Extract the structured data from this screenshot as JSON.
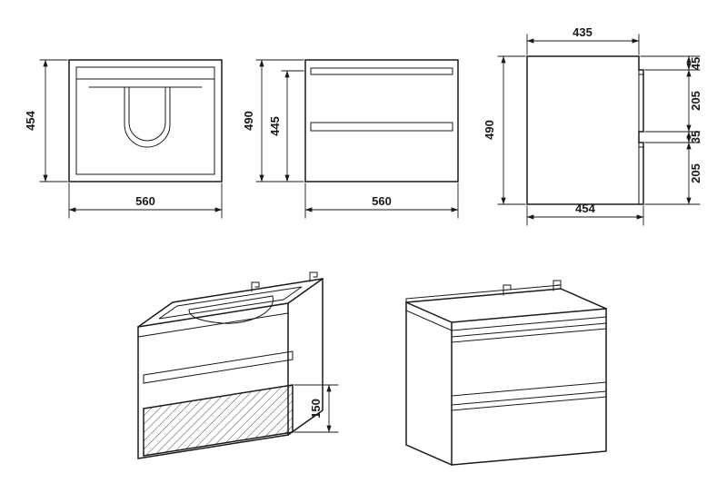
{
  "colors": {
    "line": "#1a1a1a",
    "dim": "#1a1a1a",
    "background": "#ffffff"
  },
  "views": {
    "plan": {
      "height": "454",
      "width": "560"
    },
    "front": {
      "height_outer": "490",
      "height_inner": "445",
      "width": "560"
    },
    "side": {
      "depth_top": "435",
      "height": "490",
      "chain": [
        "45",
        "205",
        "35",
        "205"
      ],
      "depth_bottom": "454"
    },
    "iso_open": {
      "drawer_front_height": "150"
    }
  }
}
